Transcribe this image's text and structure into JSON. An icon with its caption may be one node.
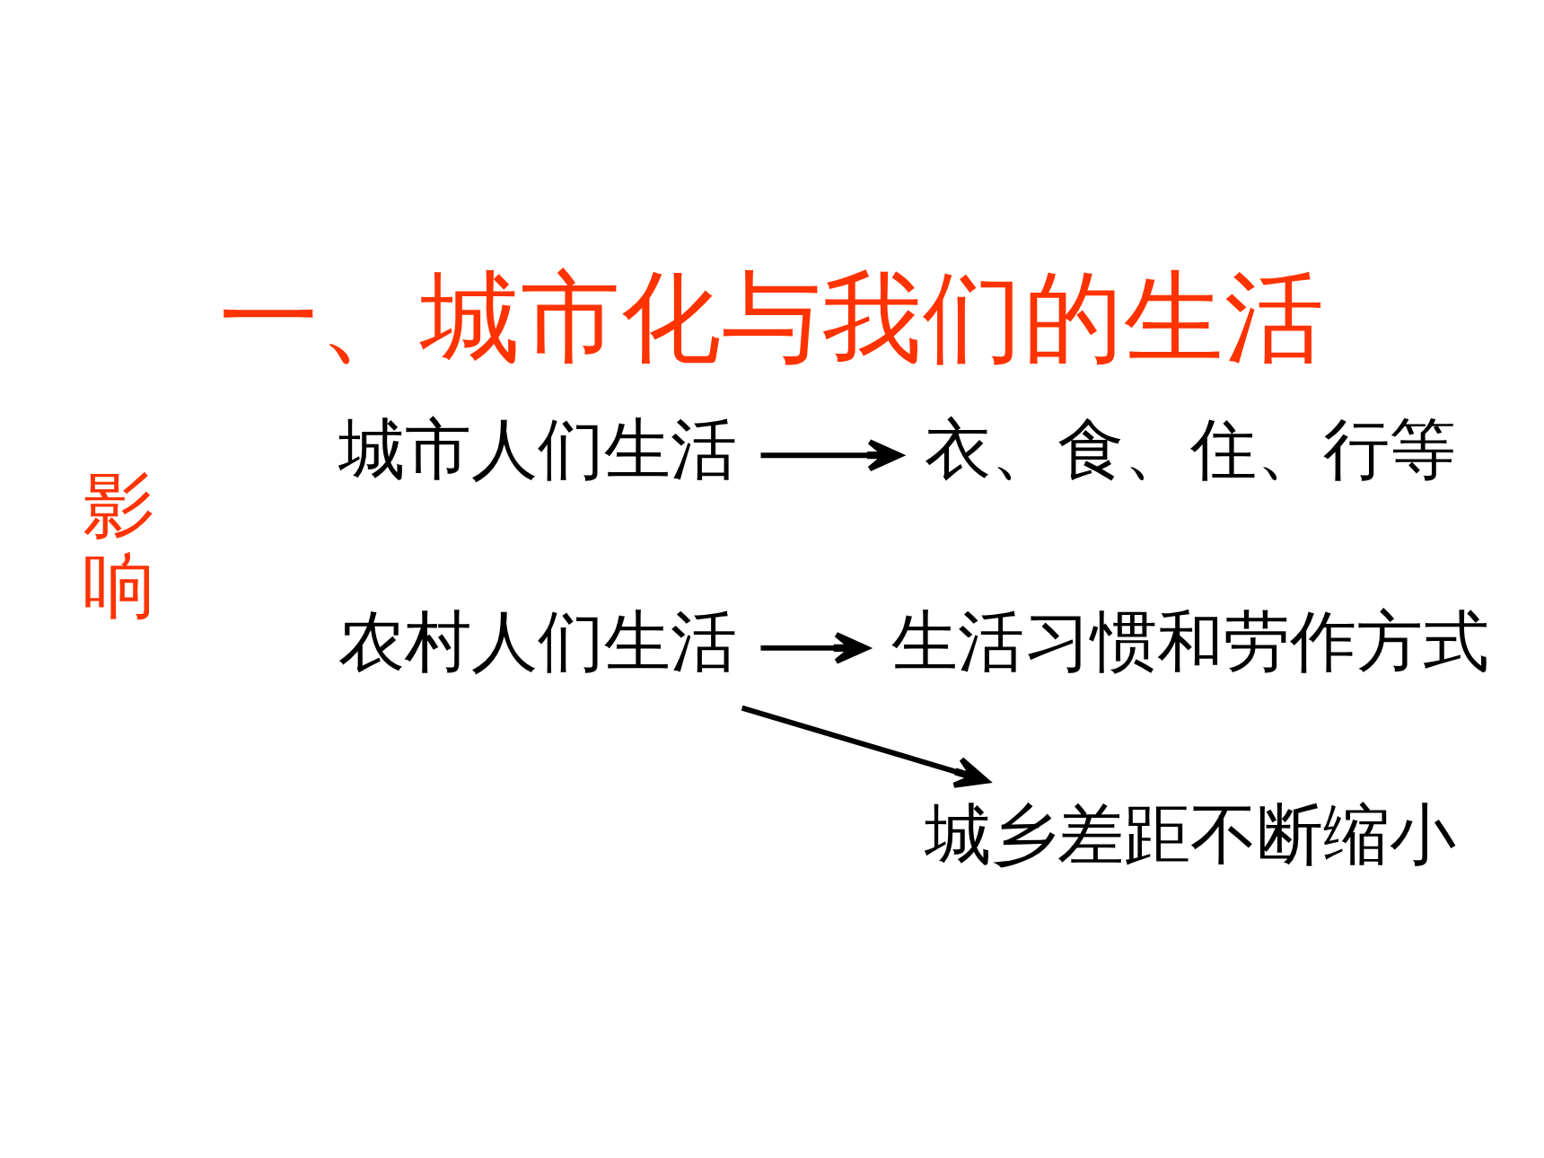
{
  "diagram": {
    "title": "一、城市化与我们的生活",
    "nodes": [
      {
        "text": [
          "城市人们生活"
        ]
      },
      {
        "text": [
          "衣、食、住、行等"
        ]
      },
      {
        "text": [
          "农村人们生活"
        ]
      },
      {
        "text": [
          "生活习惯和劳作方式"
        ]
      },
      {
        "text": [
          "城乡差距不断缩小"
        ]
      }
    ],
    "edges": [
      {
        "from": 0,
        "to": 1,
        "arrow": "to"
      },
      {
        "from": 2,
        "to": 3,
        "arrow": "to"
      },
      {
        "from": 2,
        "to": 4,
        "arrow": "to"
      }
    ],
    "labels": [
      "影响"
    ]
  }
}
